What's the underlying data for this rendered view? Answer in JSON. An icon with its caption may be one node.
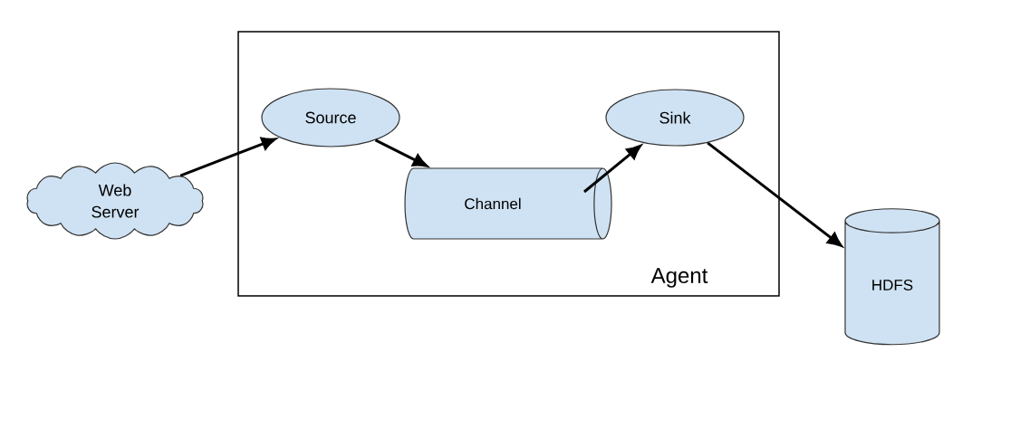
{
  "diagram": {
    "nodes": [
      {
        "text": [
          "Agent"
        ]
      },
      {
        "text": [
          "Source"
        ],
        "in": 0
      },
      {
        "text": [
          "Channel"
        ],
        "in": 0
      },
      {
        "text": [
          "Sink"
        ],
        "in": 0
      },
      {
        "text": [
          "Web Server"
        ]
      },
      {
        "text": [
          "HDFS"
        ]
      }
    ],
    "edges": [
      {
        "from": 4,
        "to": 1,
        "arrow": "to"
      },
      {
        "from": 1,
        "to": 2,
        "arrow": "to"
      },
      {
        "from": 2,
        "to": 3,
        "arrow": "to"
      },
      {
        "from": 3,
        "to": 5,
        "arrow": "to"
      }
    ]
  }
}
